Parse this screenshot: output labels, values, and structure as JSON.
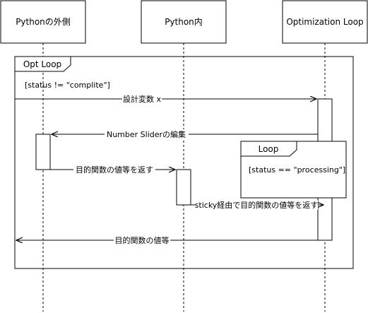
{
  "participants": [
    {
      "id": "outside",
      "label": "Pythonの外側"
    },
    {
      "id": "inside",
      "label": "Python内"
    },
    {
      "id": "loop",
      "label": "Optimization Loop"
    }
  ],
  "frames": {
    "outer": {
      "title": "Opt Loop",
      "guard": "[status != \"complite\"]"
    },
    "inner": {
      "title": "Loop",
      "guard": "[status == \"processing\"]"
    }
  },
  "messages": [
    {
      "id": "msg1",
      "label": "設計変数 x"
    },
    {
      "id": "msg2",
      "label": "Number Sliderの編集"
    },
    {
      "id": "msg3",
      "label": "目的関数の値等を返す"
    },
    {
      "id": "msg4",
      "label": "sticky経由で目的関数の値等を返す"
    },
    {
      "id": "msg5",
      "label": "目的関数の値等"
    }
  ]
}
